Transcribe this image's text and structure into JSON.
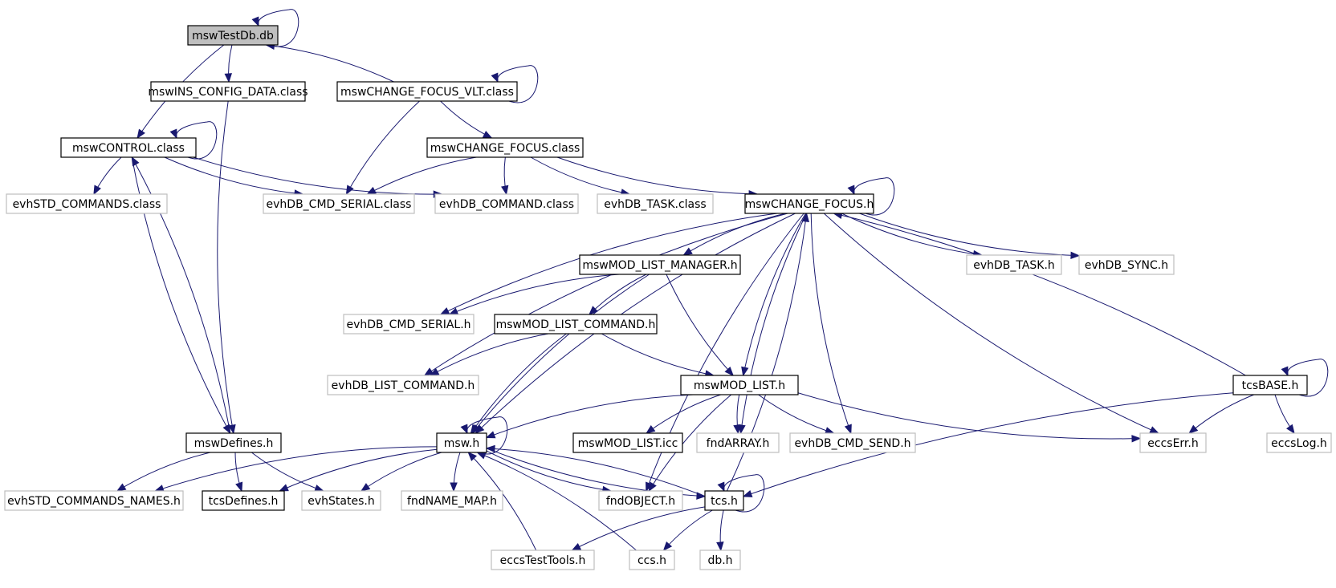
{
  "diagram": {
    "title": "",
    "colors": {
      "edge": "#191970",
      "root_fill": "#bfbfbf",
      "node_border": "#000000",
      "external_border": "#bfbfbf",
      "text": "#000000"
    },
    "nodes": [
      {
        "id": "n_root",
        "label": "mswTestDb.db",
        "kind": "root"
      },
      {
        "id": "n_ins",
        "label": "mswINS_CONFIG_DATA.class",
        "kind": "local"
      },
      {
        "id": "n_cfvlt",
        "label": "mswCHANGE_FOCUS_VLT.class",
        "kind": "local"
      },
      {
        "id": "n_ctrl",
        "label": "mswCONTROL.class",
        "kind": "local"
      },
      {
        "id": "n_cfclass",
        "label": "mswCHANGE_FOCUS.class",
        "kind": "local"
      },
      {
        "id": "n_stdcmd",
        "label": "evhSTD_COMMANDS.class",
        "kind": "external"
      },
      {
        "id": "n_cmdser",
        "label": "evhDB_CMD_SERIAL.class",
        "kind": "external"
      },
      {
        "id": "n_dbcmd",
        "label": "evhDB_COMMAND.class",
        "kind": "external"
      },
      {
        "id": "n_dbtaskc",
        "label": "evhDB_TASK.class",
        "kind": "external"
      },
      {
        "id": "n_cfh",
        "label": "mswCHANGE_FOCUS.h",
        "kind": "local"
      },
      {
        "id": "n_mlm",
        "label": "mswMOD_LIST_MANAGER.h",
        "kind": "local"
      },
      {
        "id": "n_dbtaskh",
        "label": "evhDB_TASK.h",
        "kind": "external"
      },
      {
        "id": "n_dbsync",
        "label": "evhDB_SYNC.h",
        "kind": "external"
      },
      {
        "id": "n_cmdserh",
        "label": "evhDB_CMD_SERIAL.h",
        "kind": "external"
      },
      {
        "id": "n_mlc",
        "label": "mswMOD_LIST_COMMAND.h",
        "kind": "local"
      },
      {
        "id": "n_listcmd",
        "label": "evhDB_LIST_COMMAND.h",
        "kind": "external"
      },
      {
        "id": "n_ml",
        "label": "mswMOD_LIST.h",
        "kind": "local"
      },
      {
        "id": "n_tcsbase",
        "label": "tcsBASE.h",
        "kind": "local"
      },
      {
        "id": "n_defs",
        "label": "mswDefines.h",
        "kind": "local"
      },
      {
        "id": "n_msw",
        "label": "msw.h",
        "kind": "local"
      },
      {
        "id": "n_mlicc",
        "label": "mswMOD_LIST.icc",
        "kind": "local"
      },
      {
        "id": "n_fndarr",
        "label": "fndARRAY.h",
        "kind": "external"
      },
      {
        "id": "n_cmdsend",
        "label": "evhDB_CMD_SEND.h",
        "kind": "external"
      },
      {
        "id": "n_eccserr",
        "label": "eccsErr.h",
        "kind": "external"
      },
      {
        "id": "n_eccslog",
        "label": "eccsLog.h",
        "kind": "external"
      },
      {
        "id": "n_stdnames",
        "label": "evhSTD_COMMANDS_NAMES.h",
        "kind": "external"
      },
      {
        "id": "n_tcsdefs",
        "label": "tcsDefines.h",
        "kind": "local"
      },
      {
        "id": "n_evhstates",
        "label": "evhStates.h",
        "kind": "external"
      },
      {
        "id": "n_fndname",
        "label": "fndNAME_MAP.h",
        "kind": "external"
      },
      {
        "id": "n_fndobj",
        "label": "fndOBJECT.h",
        "kind": "external"
      },
      {
        "id": "n_tcs",
        "label": "tcs.h",
        "kind": "local"
      },
      {
        "id": "n_eccstt",
        "label": "eccsTestTools.h",
        "kind": "external"
      },
      {
        "id": "n_ccs",
        "label": "ccs.h",
        "kind": "external"
      },
      {
        "id": "n_db",
        "label": "db.h",
        "kind": "external"
      }
    ],
    "edges": [
      {
        "from": "n_root",
        "to": "n_root"
      },
      {
        "from": "n_root",
        "to": "n_ins"
      },
      {
        "from": "n_root",
        "to": "n_ctrl"
      },
      {
        "from": "n_cfvlt",
        "to": "n_root"
      },
      {
        "from": "n_cfvlt",
        "to": "n_cfvlt"
      },
      {
        "from": "n_cfvlt",
        "to": "n_cmdser"
      },
      {
        "from": "n_cfvlt",
        "to": "n_cfclass"
      },
      {
        "from": "n_ins",
        "to": "n_defs"
      },
      {
        "from": "n_ctrl",
        "to": "n_ctrl"
      },
      {
        "from": "n_ctrl",
        "to": "n_stdcmd"
      },
      {
        "from": "n_ctrl",
        "to": "n_cmdser"
      },
      {
        "from": "n_ctrl",
        "to": "n_dbcmd"
      },
      {
        "from": "n_ctrl",
        "to": "n_defs"
      },
      {
        "from": "n_defs",
        "to": "n_ctrl"
      },
      {
        "from": "n_cfclass",
        "to": "n_cmdser"
      },
      {
        "from": "n_cfclass",
        "to": "n_dbcmd"
      },
      {
        "from": "n_cfclass",
        "to": "n_dbtaskc"
      },
      {
        "from": "n_cfclass",
        "to": "n_cfh"
      },
      {
        "from": "n_cfh",
        "to": "n_cfh"
      },
      {
        "from": "n_cfh",
        "to": "n_dbtaskh"
      },
      {
        "from": "n_cfh",
        "to": "n_dbsync"
      },
      {
        "from": "n_cfh",
        "to": "n_mlm"
      },
      {
        "from": "n_cfh",
        "to": "n_cmdserh"
      },
      {
        "from": "n_cfh",
        "to": "n_listcmd"
      },
      {
        "from": "n_cfh",
        "to": "n_msw"
      },
      {
        "from": "n_cfh",
        "to": "n_ml"
      },
      {
        "from": "n_cfh",
        "to": "n_fndarr"
      },
      {
        "from": "n_cfh",
        "to": "n_cmdsend"
      },
      {
        "from": "n_cfh",
        "to": "n_fndobj"
      },
      {
        "from": "n_cfh",
        "to": "n_eccserr"
      },
      {
        "from": "n_tcsbase",
        "to": "n_cfh"
      },
      {
        "from": "n_tcs",
        "to": "n_cfh"
      },
      {
        "from": "n_mlm",
        "to": "n_cmdserh"
      },
      {
        "from": "n_mlm",
        "to": "n_mlc"
      },
      {
        "from": "n_mlm",
        "to": "n_ml"
      },
      {
        "from": "n_mlm",
        "to": "n_msw"
      },
      {
        "from": "n_mlc",
        "to": "n_listcmd"
      },
      {
        "from": "n_mlc",
        "to": "n_ml"
      },
      {
        "from": "n_mlc",
        "to": "n_msw"
      },
      {
        "from": "n_ml",
        "to": "n_msw"
      },
      {
        "from": "n_ml",
        "to": "n_mlicc"
      },
      {
        "from": "n_ml",
        "to": "n_fndarr"
      },
      {
        "from": "n_ml",
        "to": "n_cmdsend"
      },
      {
        "from": "n_ml",
        "to": "n_eccserr"
      },
      {
        "from": "n_ml",
        "to": "n_fndobj"
      },
      {
        "from": "n_tcsbase",
        "to": "n_tcsbase"
      },
      {
        "from": "n_tcsbase",
        "to": "n_eccserr"
      },
      {
        "from": "n_tcsbase",
        "to": "n_eccslog"
      },
      {
        "from": "n_tcsbase",
        "to": "n_tcs"
      },
      {
        "from": "n_defs",
        "to": "n_stdnames"
      },
      {
        "from": "n_defs",
        "to": "n_tcsdefs"
      },
      {
        "from": "n_defs",
        "to": "n_evhstates"
      },
      {
        "from": "n_msw",
        "to": "n_msw"
      },
      {
        "from": "n_msw",
        "to": "n_stdnames"
      },
      {
        "from": "n_msw",
        "to": "n_tcsdefs"
      },
      {
        "from": "n_msw",
        "to": "n_evhstates"
      },
      {
        "from": "n_msw",
        "to": "n_fndname"
      },
      {
        "from": "n_msw",
        "to": "n_fndobj"
      },
      {
        "from": "n_msw",
        "to": "n_tcs"
      },
      {
        "from": "n_tcs",
        "to": "n_msw"
      },
      {
        "from": "n_eccstt",
        "to": "n_msw"
      },
      {
        "from": "n_ccs",
        "to": "n_msw"
      },
      {
        "from": "n_tcs",
        "to": "n_tcs"
      },
      {
        "from": "n_tcs",
        "to": "n_eccstt"
      },
      {
        "from": "n_tcs",
        "to": "n_ccs"
      },
      {
        "from": "n_tcs",
        "to": "n_db"
      }
    ]
  }
}
